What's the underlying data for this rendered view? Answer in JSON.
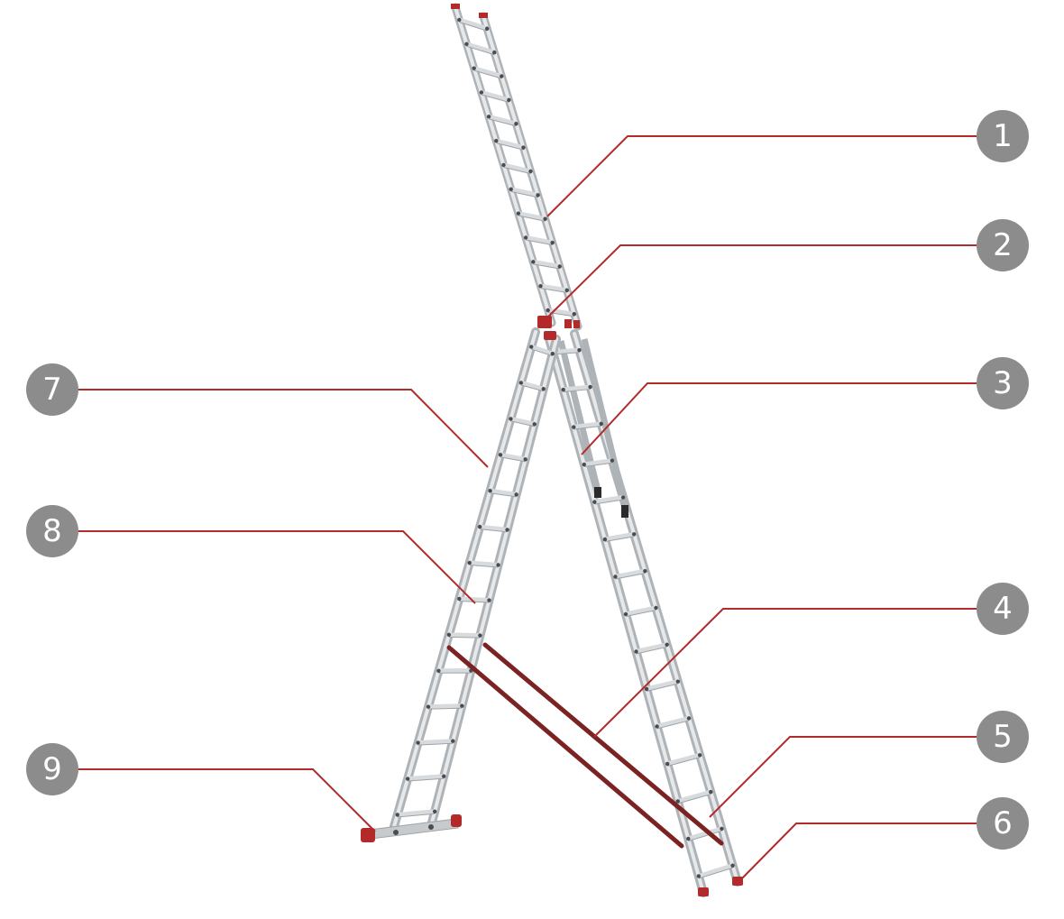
{
  "colors": {
    "rail": "#c9cdd1",
    "rail_edge": "#a5aaaf",
    "rung": "#d8dbde",
    "bolt": "#4a4d50",
    "accent_red": "#b22a2a",
    "dark_red": "#7b2323",
    "marker": "#8c8c8c",
    "marker_text": "#ffffff"
  },
  "callouts": [
    {
      "label": "1"
    },
    {
      "label": "2"
    },
    {
      "label": "3"
    },
    {
      "label": "4"
    },
    {
      "label": "5"
    },
    {
      "label": "6"
    },
    {
      "label": "7"
    },
    {
      "label": "8"
    },
    {
      "label": "9"
    }
  ]
}
